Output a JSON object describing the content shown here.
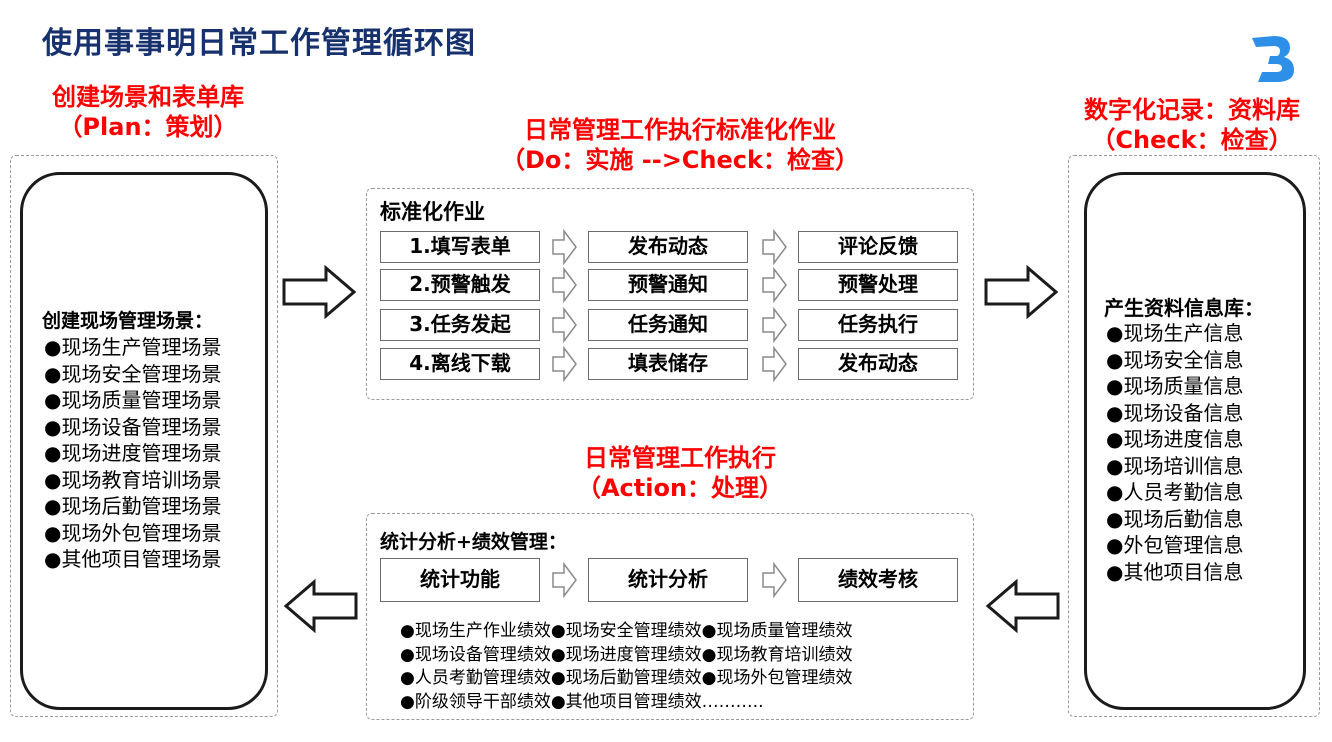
{
  "title": "使用事事明日常工作管理循环图",
  "plan": {
    "heading": "创建场景和表单库",
    "subheading": "（Plan：策划）",
    "box_title": "创建现场管理场景：",
    "items": [
      "●现场生产管理场景",
      "●现场安全管理场景",
      "●现场质量管理场景",
      "●现场设备管理场景",
      "●现场进度管理场景",
      "●现场教育培训场景",
      "●现场后勤管理场景",
      "●现场外包管理场景",
      "●其他项目管理场景"
    ]
  },
  "do": {
    "heading": "日常管理工作执行标准化作业",
    "subheading": "（Do：实施 -->Check：检查）",
    "box_title": "标准化作业",
    "rows": [
      [
        "1.填写表单",
        "发布动态",
        "评论反馈"
      ],
      [
        "2.预警触发",
        "预警通知",
        "预警处理"
      ],
      [
        "3.任务发起",
        "任务通知",
        "任务执行"
      ],
      [
        "4.离线下载",
        "填表储存",
        "发布动态"
      ]
    ]
  },
  "check": {
    "heading": "数字化记录：资料库",
    "subheading": "（Check：检查）",
    "box_title": "产生资料信息库：",
    "items": [
      "●现场生产信息",
      "●现场安全信息",
      "●现场质量信息",
      "●现场设备信息",
      "●现场进度信息",
      "●现场培训信息",
      "●人员考勤信息",
      "●现场后勤信息",
      "●外包管理信息",
      "●其他项目信息"
    ]
  },
  "action": {
    "heading": "日常管理工作执行",
    "subheading": "（Action：处理）",
    "box_title": "统计分析+绩效管理：",
    "steps": [
      "统计功能",
      "统计分析",
      "绩效考核"
    ],
    "perf_lines": [
      "●现场生产作业绩效●现场安全管理绩效●现场质量管理绩效",
      "●现场设备管理绩效●现场进度管理绩效●现场教育培训绩效",
      "●人员考勤管理绩效●现场后勤管理绩效●现场外包管理绩效",
      "●阶级领导干部绩效●其他项目管理绩效……….."
    ]
  },
  "colors": {
    "title": "#16316e",
    "heading": "#ff0000",
    "logo": "#2d8fe8"
  },
  "logo_icon": "b-logo-icon"
}
